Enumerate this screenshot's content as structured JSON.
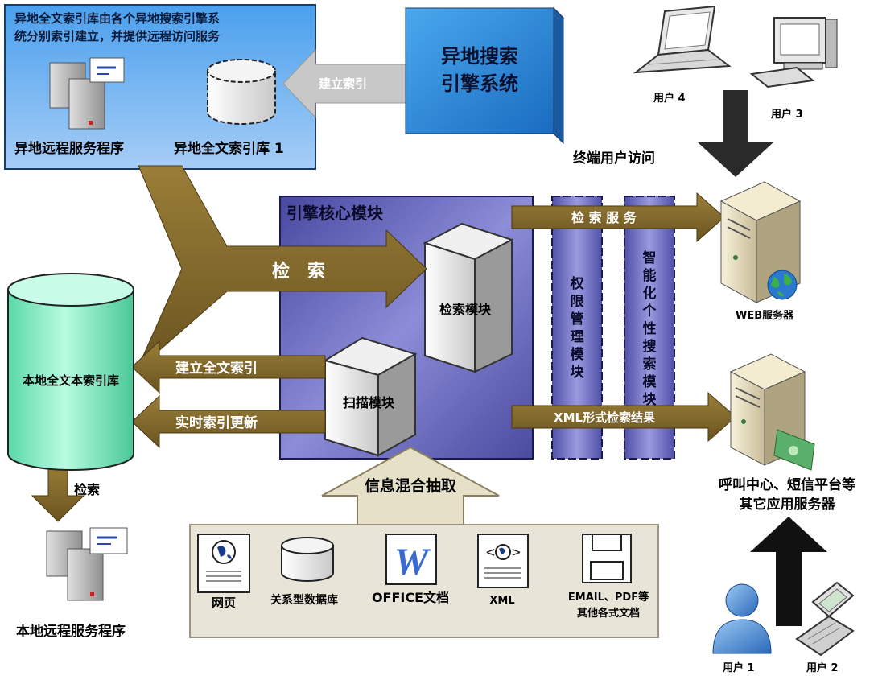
{
  "remote_box": {
    "description_line1": "异地全文索引库由各个异地搜索引擎系",
    "description_line2": "统分别索引建立，并提供远程访问服务",
    "remote_service_label": "异地远程服务程序",
    "remote_index_label": "异地全文索引库 1"
  },
  "remote_engine": {
    "line1": "异地搜索",
    "line2": "引擎系统"
  },
  "build_index_arrow": "建立索引",
  "users_top": {
    "user4": "用户 4",
    "user3": "用户 3"
  },
  "terminal_access": "终端用户访问",
  "core": {
    "title": "引擎核心模块",
    "search_module": "检索模块",
    "scan_module": "扫描模块",
    "auth_module": [
      "权",
      "限",
      "管",
      "理",
      "模",
      "块"
    ],
    "smart_module": [
      "智",
      "能",
      "化",
      "个",
      "性",
      "搜",
      "索",
      "模",
      "块"
    ]
  },
  "arrows": {
    "search": "检　索",
    "search_service": "检 索 服 务",
    "build_fulltext": "建立全文索引",
    "realtime_update": "实时索引更新",
    "xml_result": "XML形式检索结果",
    "info_extract": "信息混合抽取",
    "local_search": "检索"
  },
  "local_db": "本地全文本索引库",
  "local_service": "本地远程服务程序",
  "web_server": "WEB服务器",
  "call_center": {
    "line1": "呼叫中心、短信平台等",
    "line2": "其它应用服务器"
  },
  "sources": {
    "web": "网页",
    "rdb": "关系型数据库",
    "office": "OFFICE文档",
    "xml": "XML",
    "other_line1": "EMAIL、PDF等",
    "other_line2": "其他各式文档"
  },
  "users_bottom": {
    "user1": "用户 1",
    "user2": "用户 2"
  },
  "colors": {
    "remote_bg": "#5b9be0",
    "core_bg": "#5656a8",
    "engine_bg": "#2e7fd0",
    "arrow_brown": "#7a6228",
    "cylinder_green": "#8af0c8",
    "source_panel": "#e8e4d8"
  }
}
